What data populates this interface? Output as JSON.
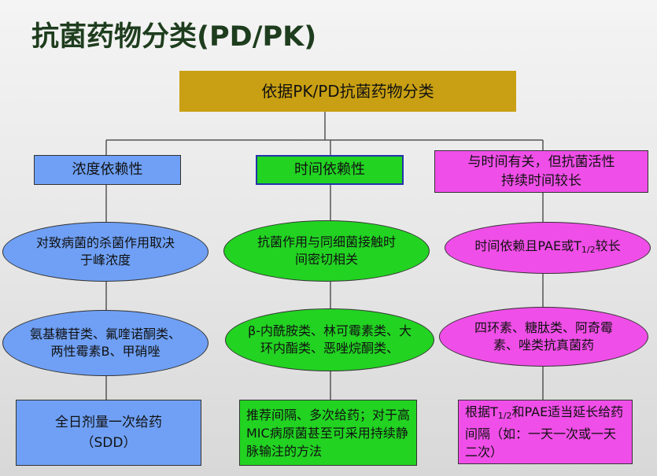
{
  "title": "抗菌药物分类(PD/PK)",
  "root": {
    "label": "依据PK/PD抗菌药物分类"
  },
  "columns": [
    {
      "header": "浓度依赖性",
      "mechanism": "对致病菌的杀菌作用取决于峰浓度",
      "drugs": "氨基糖苷类、氟喹诺酮类、两性霉素B、甲硝唑",
      "dosing": "全日剂量一次给药（SDD）"
    },
    {
      "header": "时间依赖性",
      "mechanism": "抗菌作用与同细菌接触时间密切相关",
      "drugs": "β-内酰胺类、林可霉素类、大环内酯类、恶唑烷酮类、",
      "dosing": "推荐间隔、多次给药；对于高MIC病原菌甚至可采用持续静脉输注的方法"
    },
    {
      "header": "与时间有关，但抗菌活性持续时间较长",
      "mechanism": "时间依赖且PAE或T1/2较长",
      "drugs": "四环素、糖肽类、阿奇霉素、唑类抗真菌药",
      "dosing": "根据T1/2和PAE适当延长给药间隔（如：一天一次或一天二次）"
    }
  ],
  "colors": {
    "root": "#c9a013",
    "col1": "#6fa0f5",
    "col2": "#22d322",
    "col3": "#f04ee8"
  }
}
